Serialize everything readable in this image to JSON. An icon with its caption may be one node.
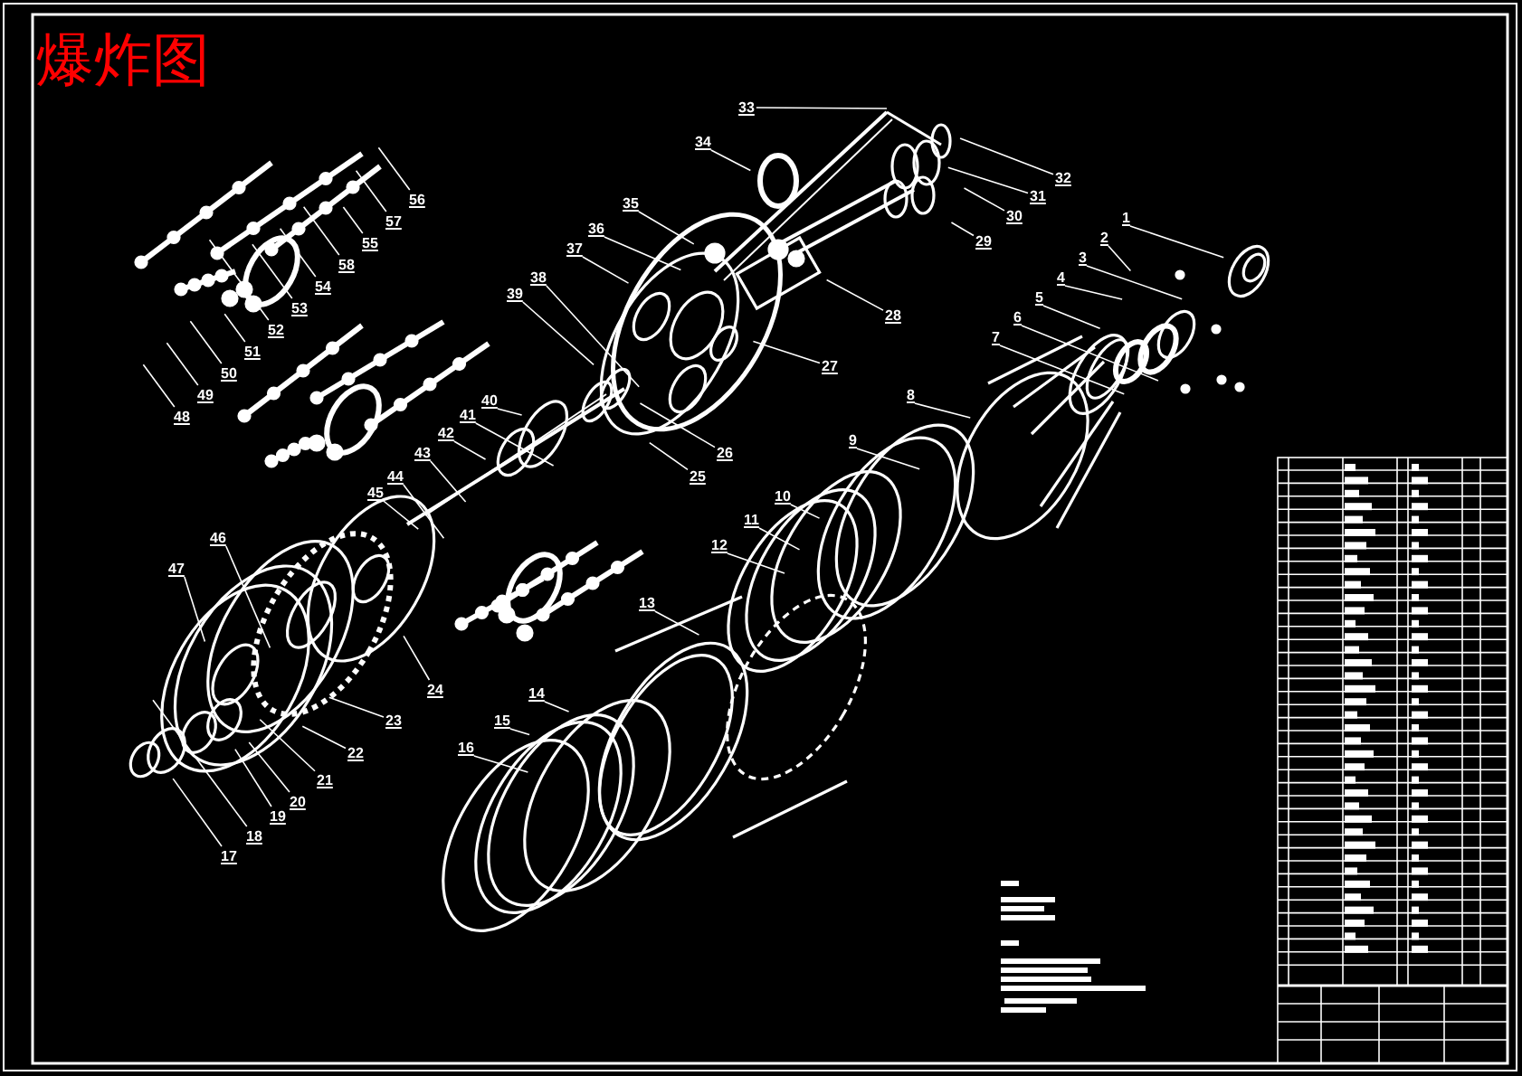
{
  "diagram": {
    "title": "爆炸图",
    "nodes": [
      {
        "text": [
          "1"
        ]
      },
      {
        "text": [
          "2"
        ]
      },
      {
        "text": [
          "3"
        ]
      },
      {
        "text": [
          "4"
        ]
      },
      {
        "text": [
          "5"
        ]
      },
      {
        "text": [
          "6"
        ]
      },
      {
        "text": [
          "7"
        ]
      },
      {
        "text": [
          "8"
        ]
      },
      {
        "text": [
          "9"
        ]
      },
      {
        "text": [
          "10"
        ]
      },
      {
        "text": [
          "11"
        ]
      },
      {
        "text": [
          "12"
        ]
      },
      {
        "text": [
          "13"
        ]
      },
      {
        "text": [
          "14"
        ]
      },
      {
        "text": [
          "15"
        ]
      },
      {
        "text": [
          "16"
        ]
      },
      {
        "text": [
          "17"
        ]
      },
      {
        "text": [
          "18"
        ]
      },
      {
        "text": [
          "19"
        ]
      },
      {
        "text": [
          "20"
        ]
      },
      {
        "text": [
          "21"
        ]
      },
      {
        "text": [
          "22"
        ]
      },
      {
        "text": [
          "23"
        ]
      },
      {
        "text": [
          "24"
        ]
      },
      {
        "text": [
          "25"
        ]
      },
      {
        "text": [
          "26"
        ]
      },
      {
        "text": [
          "27"
        ]
      },
      {
        "text": [
          "28"
        ]
      },
      {
        "text": [
          "29"
        ]
      },
      {
        "text": [
          "30"
        ]
      },
      {
        "text": [
          "31"
        ]
      },
      {
        "text": [
          "32"
        ]
      },
      {
        "text": [
          "33"
        ]
      },
      {
        "text": [
          "34"
        ]
      },
      {
        "text": [
          "35"
        ]
      },
      {
        "text": [
          "36"
        ]
      },
      {
        "text": [
          "37"
        ]
      },
      {
        "text": [
          "38"
        ]
      },
      {
        "text": [
          "39"
        ]
      },
      {
        "text": [
          "40"
        ]
      },
      {
        "text": [
          "41"
        ]
      },
      {
        "text": [
          "42"
        ]
      },
      {
        "text": [
          "43"
        ]
      },
      {
        "text": [
          "44"
        ]
      },
      {
        "text": [
          "45"
        ]
      },
      {
        "text": [
          "46"
        ]
      },
      {
        "text": [
          "47"
        ]
      },
      {
        "text": [
          "48"
        ]
      },
      {
        "text": [
          "49"
        ]
      },
      {
        "text": [
          "50"
        ]
      },
      {
        "text": [
          "51"
        ]
      },
      {
        "text": [
          "52"
        ]
      },
      {
        "text": [
          "53"
        ]
      },
      {
        "text": [
          "54"
        ]
      },
      {
        "text": [
          "55"
        ]
      },
      {
        "text": [
          "56"
        ]
      },
      {
        "text": [
          "57"
        ]
      },
      {
        "text": [
          "58"
        ]
      }
    ],
    "edges": [
      {
        "from": 0,
        "to": null,
        "arrow": "none"
      },
      {
        "from": 1,
        "to": null,
        "arrow": "none"
      },
      {
        "from": 2,
        "to": null,
        "arrow": "none"
      },
      {
        "from": 3,
        "to": null,
        "arrow": "none"
      },
      {
        "from": 4,
        "to": null,
        "arrow": "none"
      },
      {
        "from": 5,
        "to": null,
        "arrow": "none"
      },
      {
        "from": 6,
        "to": null,
        "arrow": "none"
      },
      {
        "from": 7,
        "to": null,
        "arrow": "none"
      },
      {
        "from": 8,
        "to": null,
        "arrow": "none"
      },
      {
        "from": 9,
        "to": null,
        "arrow": "none"
      },
      {
        "from": 10,
        "to": null,
        "arrow": "none"
      },
      {
        "from": 11,
        "to": null,
        "arrow": "none"
      },
      {
        "from": 12,
        "to": null,
        "arrow": "none"
      },
      {
        "from": 13,
        "to": null,
        "arrow": "none"
      },
      {
        "from": 14,
        "to": null,
        "arrow": "none"
      },
      {
        "from": 15,
        "to": null,
        "arrow": "none"
      },
      {
        "from": 16,
        "to": null,
        "arrow": "none"
      },
      {
        "from": 17,
        "to": null,
        "arrow": "none"
      },
      {
        "from": 18,
        "to": null,
        "arrow": "none"
      },
      {
        "from": 19,
        "to": null,
        "arrow": "none"
      },
      {
        "from": 20,
        "to": null,
        "arrow": "none"
      },
      {
        "from": 21,
        "to": null,
        "arrow": "none"
      },
      {
        "from": 22,
        "to": null,
        "arrow": "none"
      },
      {
        "from": 23,
        "to": null,
        "arrow": "none"
      },
      {
        "from": 24,
        "to": null,
        "arrow": "none"
      },
      {
        "from": 25,
        "to": null,
        "arrow": "none"
      },
      {
        "from": 26,
        "to": null,
        "arrow": "none"
      },
      {
        "from": 27,
        "to": null,
        "arrow": "none"
      },
      {
        "from": 28,
        "to": null,
        "arrow": "none"
      },
      {
        "from": 29,
        "to": null,
        "arrow": "none"
      },
      {
        "from": 30,
        "to": null,
        "arrow": "none"
      },
      {
        "from": 31,
        "to": null,
        "arrow": "none"
      },
      {
        "from": 32,
        "to": null,
        "arrow": "none"
      },
      {
        "from": 33,
        "to": null,
        "arrow": "none"
      },
      {
        "from": 34,
        "to": null,
        "arrow": "none"
      },
      {
        "from": 35,
        "to": null,
        "arrow": "none"
      },
      {
        "from": 36,
        "to": null,
        "arrow": "none"
      },
      {
        "from": 37,
        "to": null,
        "arrow": "none"
      },
      {
        "from": 38,
        "to": null,
        "arrow": "none"
      },
      {
        "from": 39,
        "to": null,
        "arrow": "none"
      },
      {
        "from": 40,
        "to": null,
        "arrow": "none"
      },
      {
        "from": 41,
        "to": null,
        "arrow": "none"
      },
      {
        "from": 42,
        "to": null,
        "arrow": "none"
      },
      {
        "from": 43,
        "to": null,
        "arrow": "none"
      },
      {
        "from": 44,
        "to": null,
        "arrow": "none"
      },
      {
        "from": 45,
        "to": null,
        "arrow": "none"
      },
      {
        "from": 46,
        "to": null,
        "arrow": "none"
      },
      {
        "from": 47,
        "to": null,
        "arrow": "none"
      },
      {
        "from": 48,
        "to": null,
        "arrow": "none"
      },
      {
        "from": 49,
        "to": null,
        "arrow": "none"
      },
      {
        "from": 50,
        "to": null,
        "arrow": "none"
      },
      {
        "from": 51,
        "to": null,
        "arrow": "none"
      },
      {
        "from": 52,
        "to": null,
        "arrow": "none"
      },
      {
        "from": 53,
        "to": null,
        "arrow": "none"
      },
      {
        "from": 54,
        "to": null,
        "arrow": "none"
      },
      {
        "from": 55,
        "to": null,
        "arrow": "none"
      },
      {
        "from": 56,
        "to": null,
        "arrow": "none"
      },
      {
        "from": 57,
        "to": null,
        "arrow": "none"
      }
    ]
  }
}
